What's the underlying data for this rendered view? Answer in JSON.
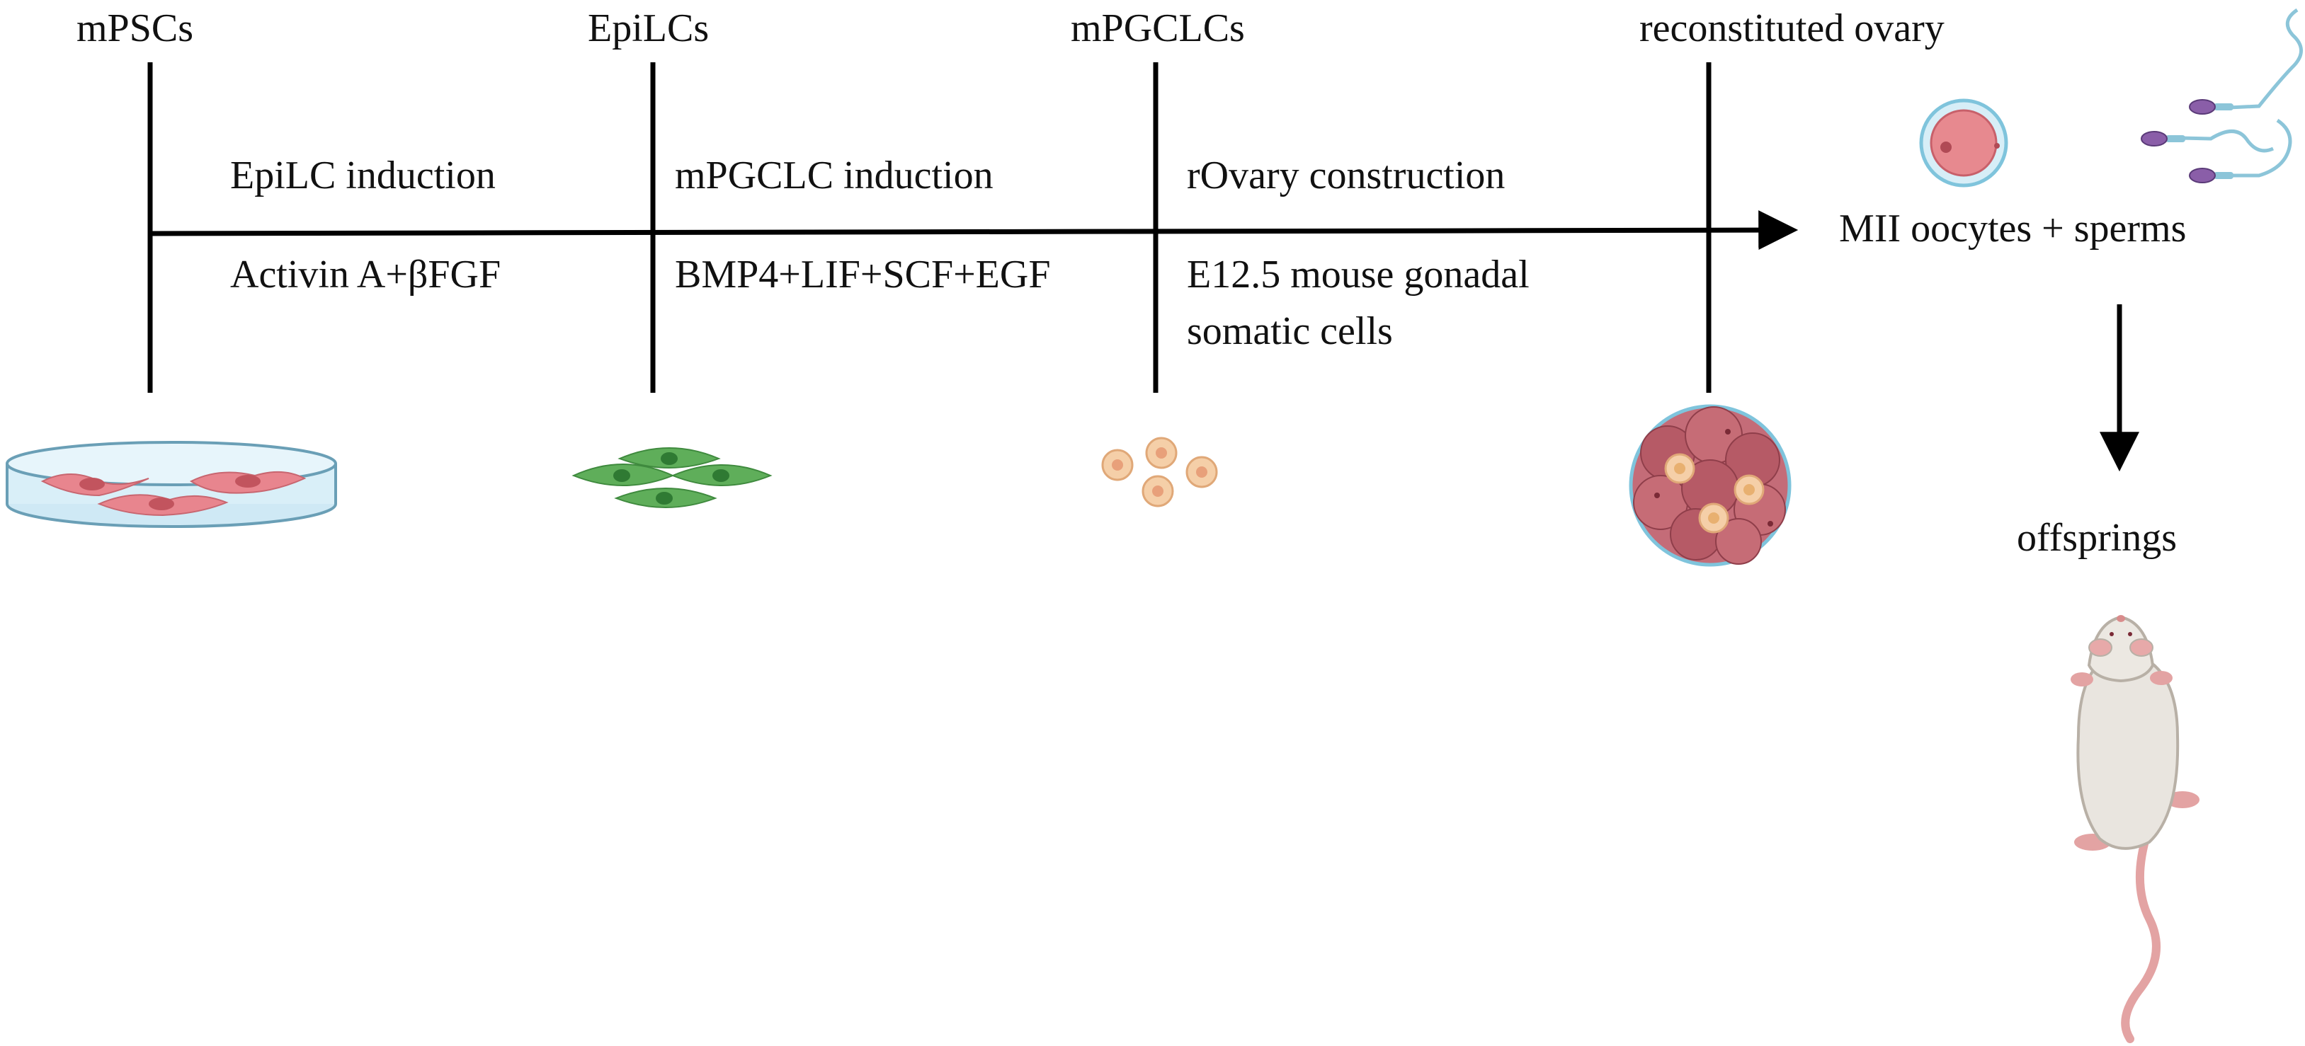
{
  "stages": [
    {
      "label": "mPSCs"
    },
    {
      "label": "EpiLCs"
    },
    {
      "label": "mPGCLCs"
    },
    {
      "label": "reconstituted ovary"
    }
  ],
  "steps": [
    {
      "name": "EpiLC induction",
      "factors": "Activin A+βFGF"
    },
    {
      "name": "mPGCLC induction",
      "factors": "BMP4+LIF+SCF+EGF"
    },
    {
      "name": "rOvary construction",
      "factors_line1": "E12.5 mouse gonadal",
      "factors_line2": "somatic cells"
    }
  ],
  "outcome": "MII oocytes + sperms",
  "final": "offsprings",
  "colors": {
    "line": "#000000",
    "dish_fill": "#cfe9f5",
    "dish_cell": "#e8858e",
    "epi_cell": "#5fae5a",
    "pgc_cell": "#f5cfa8",
    "ovary_cell": "#b65a66",
    "oocyte": "#e7898f",
    "sperm_head": "#8a5ea8",
    "sperm_tail": "#8cc5d9",
    "mouse_body": "#e9e5df",
    "mouse_pink": "#e3a3a3"
  },
  "icons": [
    "petri-dish-icon",
    "epilc-cells-icon",
    "pgclc-cells-icon",
    "ovary-icon",
    "oocyte-icon",
    "sperm-icon",
    "mouse-icon"
  ]
}
